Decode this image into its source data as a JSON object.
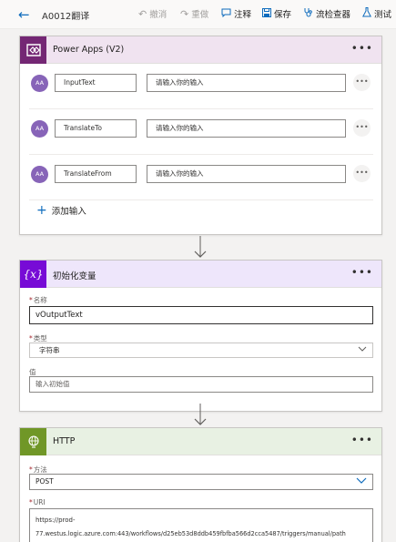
{
  "toolbar": {
    "back_glyph": "←",
    "flow_title": "A0012翻译",
    "undo_label": "撤消",
    "redo_label": "重做",
    "comment_label": "注释",
    "save_label": "保存",
    "checker_label": "流检查器",
    "test_label": "测试"
  },
  "powerapps_card": {
    "title": "Power Apps (V2)",
    "more": "•••",
    "inputs": [
      {
        "avatar": "AA",
        "name": "InputText",
        "placeholder": "请输入你的输入",
        "more": "•••"
      },
      {
        "avatar": "AA",
        "name": "TranslateTo",
        "placeholder": "请输入你的输入",
        "more": "•••"
      },
      {
        "avatar": "AA",
        "name": "TranslateFrom",
        "placeholder": "请输入你的输入",
        "more": "•••"
      }
    ],
    "add_input_label": "添加输入",
    "add_glyph": "+"
  },
  "init_var_card": {
    "icon_text": "{x}",
    "title": "初始化变量",
    "more": "•••",
    "name_label": "名称",
    "name_value": "vOutputText",
    "type_label": "类型",
    "type_value": "字符串",
    "value_label": "值",
    "value_placeholder": "输入初始值",
    "required_mark": "*"
  },
  "http_card": {
    "title": "HTTP",
    "more": "•••",
    "method_label": "方法",
    "method_value": "POST",
    "uri_label": "URI",
    "uri_line1": "https://prod-",
    "uri_line2": "77.westus.logic.azure.com:443/workflows/d25eb53d8ddb459fbfba566d2cca5487/triggers/manual/path",
    "required_mark": "*"
  },
  "colors": {
    "accent": "#0f6cbd",
    "powerapps": "#742774",
    "variable": "#770bd6",
    "http": "#709727"
  }
}
